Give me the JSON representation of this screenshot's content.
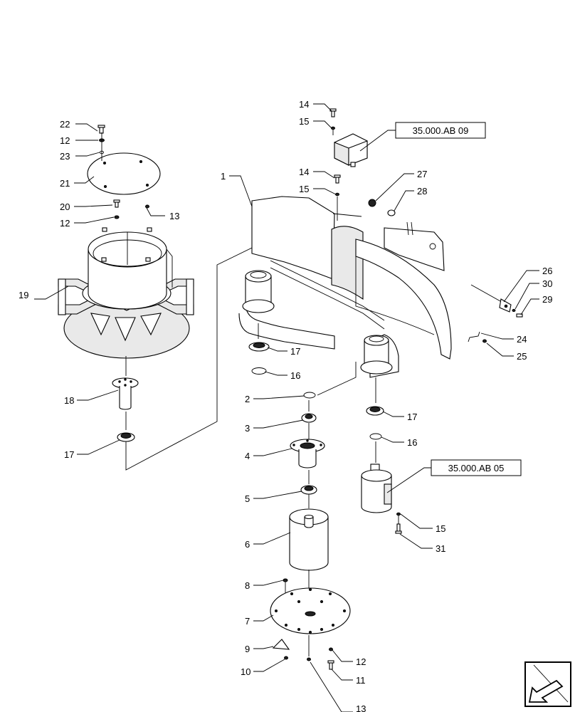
{
  "callouts": [
    {
      "id": "c22",
      "text": "22"
    },
    {
      "id": "c12a",
      "text": "12"
    },
    {
      "id": "c23",
      "text": "23"
    },
    {
      "id": "c21",
      "text": "21"
    },
    {
      "id": "c20",
      "text": "20"
    },
    {
      "id": "c12b",
      "text": "12"
    },
    {
      "id": "c13a",
      "text": "13"
    },
    {
      "id": "c19",
      "text": "19"
    },
    {
      "id": "c18",
      "text": "18"
    },
    {
      "id": "c17a",
      "text": "17"
    },
    {
      "id": "c14a",
      "text": "14"
    },
    {
      "id": "c15a",
      "text": "15"
    },
    {
      "id": "c14b",
      "text": "14"
    },
    {
      "id": "c15b",
      "text": "15"
    },
    {
      "id": "c1",
      "text": "1"
    },
    {
      "id": "c27",
      "text": "27"
    },
    {
      "id": "c28",
      "text": "28"
    },
    {
      "id": "c26",
      "text": "26"
    },
    {
      "id": "c30",
      "text": "30"
    },
    {
      "id": "c29",
      "text": "29"
    },
    {
      "id": "c24",
      "text": "24"
    },
    {
      "id": "c25",
      "text": "25"
    },
    {
      "id": "c17b",
      "text": "17"
    },
    {
      "id": "c16a",
      "text": "16"
    },
    {
      "id": "c2",
      "text": "2"
    },
    {
      "id": "c3",
      "text": "3"
    },
    {
      "id": "c17c",
      "text": "17"
    },
    {
      "id": "c16b",
      "text": "16"
    },
    {
      "id": "c4",
      "text": "4"
    },
    {
      "id": "c5",
      "text": "5"
    },
    {
      "id": "c6",
      "text": "6"
    },
    {
      "id": "c15c",
      "text": "15"
    },
    {
      "id": "c31",
      "text": "31"
    },
    {
      "id": "c8",
      "text": "8"
    },
    {
      "id": "c7",
      "text": "7"
    },
    {
      "id": "c9",
      "text": "9"
    },
    {
      "id": "c12c",
      "text": "12"
    },
    {
      "id": "c10",
      "text": "10"
    },
    {
      "id": "c11",
      "text": "11"
    },
    {
      "id": "c13b",
      "text": "13"
    }
  ],
  "references": {
    "top": "35.000.AB 09",
    "right": "35.000.AB 05"
  },
  "icons": {
    "corner": "page-corner-arrow-icon"
  }
}
